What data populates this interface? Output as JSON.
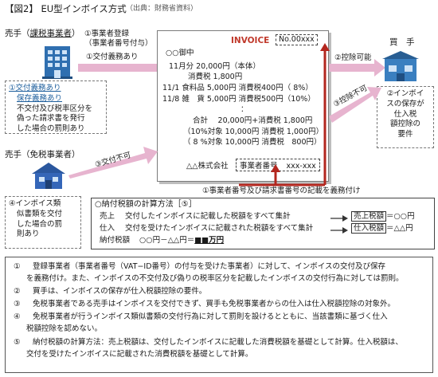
{
  "title": "【図2】 EU型インボイス方式",
  "source": "（出典：財務省資料）",
  "seller_taxable": {
    "label_prefix": "売手（",
    "label_link": "課税事業者",
    "label_suffix": "）",
    "note_1": "①交付義務あり",
    "note_2": "保存義務あり",
    "note_rest": [
      "不交付及び税率区分を",
      "偽った請求書を発行",
      "した場合の罰則あり"
    ]
  },
  "seller_exempt": {
    "label": "売手（免税事業者）",
    "note": [
      "④インボイス類",
      "似書類を交付",
      "した場合の罰",
      "則あり"
    ]
  },
  "buyer": {
    "label": "買　手",
    "note": [
      "②インボイ",
      "スの保存が",
      "仕入税",
      "額控除の",
      "要件"
    ]
  },
  "arrows": {
    "registration": [
      "①事業者登録",
      "（事業者番号付与）"
    ],
    "issue_obligation": "①交付義務あり",
    "deduction_ok": "②控除可能",
    "deduction_ng": "③控除不可",
    "exempt_no_issue": "③交付不可",
    "bottom_note": "①事業者番号及び請求書番号の記載を義務付け"
  },
  "invoice": {
    "label": "INVOICE",
    "number": "No.00xxx",
    "addressee": "○○御中",
    "lines": [
      "11月分 20,000円（本体）",
      "消費税 1,800円",
      "11/1 食料品 5,000円 消費税400円（ 8%）",
      "11/8 雑　貨 5,000円 消費税500円（10%）",
      "：",
      "合計　 20,000円+消費税 1,800円",
      "（10%対象 10,000円 消費税 1,000円）",
      "（ 8 %対象 10,000円 消費税　800円）"
    ],
    "company": "△△株式会社",
    "reg_label": "事業者番号",
    "reg_value": "xxx-xxx"
  },
  "calc": {
    "title": "○納付税額の計算方法［⑤］",
    "rows": [
      {
        "label": "売上",
        "desc": "交付したインボイスに記載した税額をすべて集計",
        "result": "売上税額",
        "eq": "＝○○円"
      },
      {
        "label": "仕入",
        "desc": "交付を受けたインボイスに記載された税額をすべて集計",
        "result": "仕入税額",
        "eq": "＝△△円"
      }
    ],
    "pay_label": "納付税額",
    "pay_expr": "○○円－△△円＝",
    "pay_result": "■■万円"
  },
  "list": [
    {
      "num": "①",
      "lines": [
        "登録事業者（事業者番号（VAT−ID番号）の付与を受けた事業者）に対して、インボイスの交付及び保存",
        "を義務付け。また、インボイスの不交付及び偽りの税率区分を記載したインボイスの交付行為に対しては罰則。"
      ]
    },
    {
      "num": "②",
      "lines": [
        "買手は、インボイスの保存が仕入税額控除の要件。"
      ]
    },
    {
      "num": "③",
      "lines": [
        "免税事業者である売手はインボイスを交付できず、買手も免税事業者からの仕入は仕入税額控除の対象外。"
      ]
    },
    {
      "num": "④",
      "lines": [
        "免税事業者が行うインボイス類似書類の交付行為に対して罰則を設けるとともに、当該書類に基づく仕入",
        "税額控除を認めない。"
      ]
    },
    {
      "num": "⑤",
      "lines": [
        "納付税額の計算方法：売上税額は、交付したインボイスに記載した消費税額を基礎として計算。仕入税額は、",
        "交付を受けたインボイスに記載された消費税額を基礎として計算。"
      ]
    }
  ],
  "colors": {
    "pink_arrow": "#e7b4cf",
    "red_arrow": "#b3261e",
    "building_blue": "#2f6fb0",
    "buyer_blue": "#3a7fc0",
    "house_blue": "#3466b8"
  }
}
